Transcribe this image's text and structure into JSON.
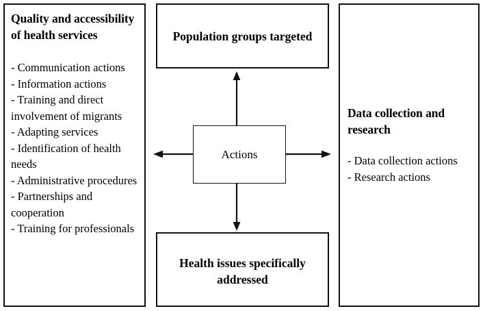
{
  "diagram": {
    "center": {
      "label": "Actions"
    },
    "top_box": {
      "label": "Population groups targeted"
    },
    "bottom_box": {
      "label": "Health issues specifically addressed"
    },
    "left_panel": {
      "heading": "Quality and accessibility of health services",
      "items": [
        "- Communication actions",
        "- Information actions",
        "- Training and direct involvement of migrants",
        "- Adapting services",
        "- Identification of health needs",
        "- Administrative procedures",
        "- Partnerships and cooperation",
        "- Training for professionals"
      ]
    },
    "right_panel": {
      "heading": "Data collection and research",
      "items": [
        "- Data collection actions",
        "- Research actions"
      ]
    },
    "arrows": [
      {
        "name": "arrow-up",
        "direction": "up"
      },
      {
        "name": "arrow-down",
        "direction": "down"
      },
      {
        "name": "arrow-left",
        "direction": "left"
      },
      {
        "name": "arrow-right",
        "direction": "right"
      }
    ],
    "colors": {
      "stroke": "#111111",
      "background": "#ffffff",
      "text": "#000000"
    }
  }
}
